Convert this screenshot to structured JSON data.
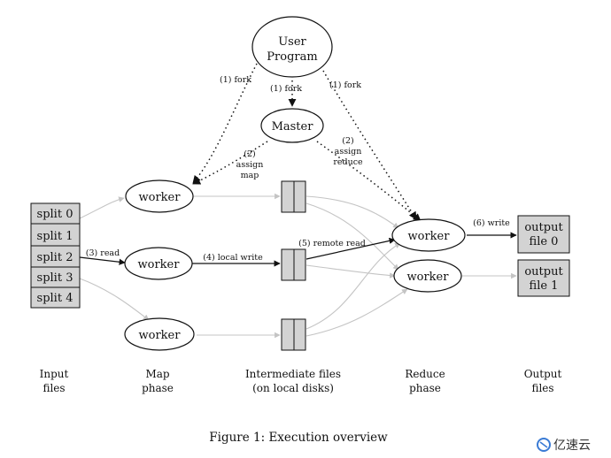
{
  "nodes": {
    "user_program": [
      "User",
      "Program"
    ],
    "master": "Master",
    "worker_label": "worker",
    "splits": [
      "split 0",
      "split 1",
      "split 2",
      "split 3",
      "split 4"
    ],
    "output0": [
      "output",
      "file 0"
    ],
    "output1": [
      "output",
      "file 1"
    ]
  },
  "edges": {
    "fork_left": "(1) fork",
    "fork_center": "(1) fork",
    "fork_right": "(1) fork",
    "assign_map": [
      "(2)",
      "assign",
      "map"
    ],
    "assign_reduce": [
      "(2)",
      "assign",
      "reduce"
    ],
    "read": "(3) read",
    "local_write": "(4) local write",
    "remote_read": "(5) remote read",
    "write": "(6) write"
  },
  "phases": {
    "input": [
      "Input",
      "files"
    ],
    "map": [
      "Map",
      "phase"
    ],
    "intermediate": [
      "Intermediate files",
      "(on local disks)"
    ],
    "reduce": [
      "Reduce",
      "phase"
    ],
    "output": [
      "Output",
      "files"
    ]
  },
  "caption": "Figure 1: Execution overview",
  "watermark": "亿速云",
  "colors": {
    "box_fill": "#d3d3d3",
    "stroke": "#111111",
    "faint_arrow": "#c4c4c4"
  }
}
